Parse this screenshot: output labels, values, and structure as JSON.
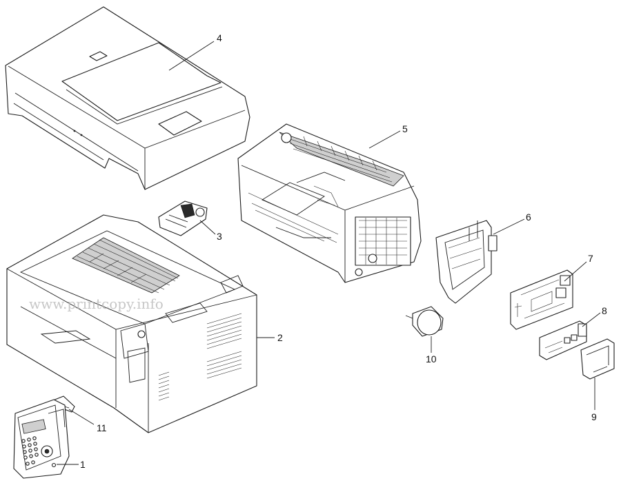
{
  "watermark": "www.printcopy.info",
  "callouts": [
    {
      "id": "1",
      "label": "1"
    },
    {
      "id": "2",
      "label": "2"
    },
    {
      "id": "3",
      "label": "3"
    },
    {
      "id": "4",
      "label": "4"
    },
    {
      "id": "5",
      "label": "5"
    },
    {
      "id": "6",
      "label": "6"
    },
    {
      "id": "7",
      "label": "7"
    },
    {
      "id": "8",
      "label": "8"
    },
    {
      "id": "9",
      "label": "9"
    },
    {
      "id": "10",
      "label": "10"
    },
    {
      "id": "11",
      "label": "11"
    }
  ]
}
